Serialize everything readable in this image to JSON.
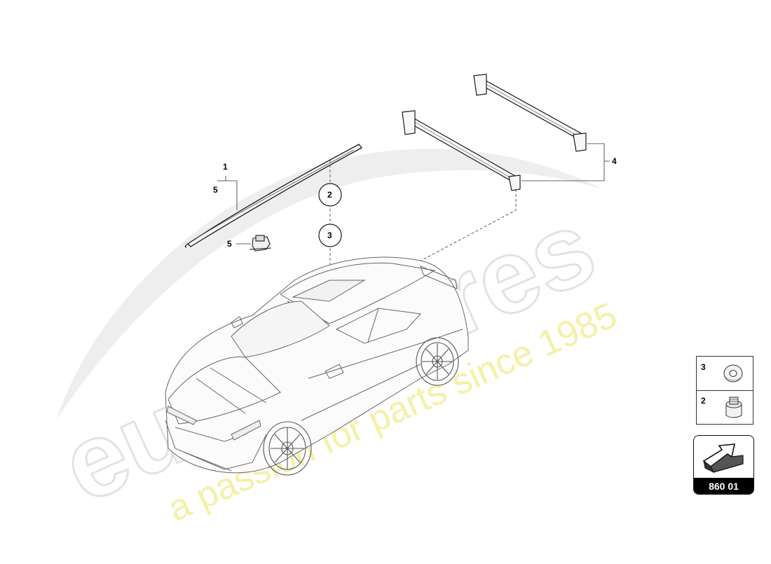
{
  "watermark": {
    "brand": "eurospares",
    "tagline": "a passion for parts since 1985"
  },
  "callouts": {
    "part1": "1",
    "part5_upper": "5",
    "part5_lower": "5",
    "part4": "4",
    "circle2": "2",
    "circle3": "3"
  },
  "legend": {
    "rows": [
      {
        "number": "3",
        "icon": "washer-icon"
      },
      {
        "number": "2",
        "icon": "clip-nut-icon"
      }
    ]
  },
  "reference": {
    "code": "860 01",
    "icon": "arrow-icon"
  },
  "colors": {
    "line": "#1a1a1a",
    "car_line": "#555555",
    "watermark_grey": "#e6e6e6",
    "watermark_yellow": "#f4f19a"
  }
}
